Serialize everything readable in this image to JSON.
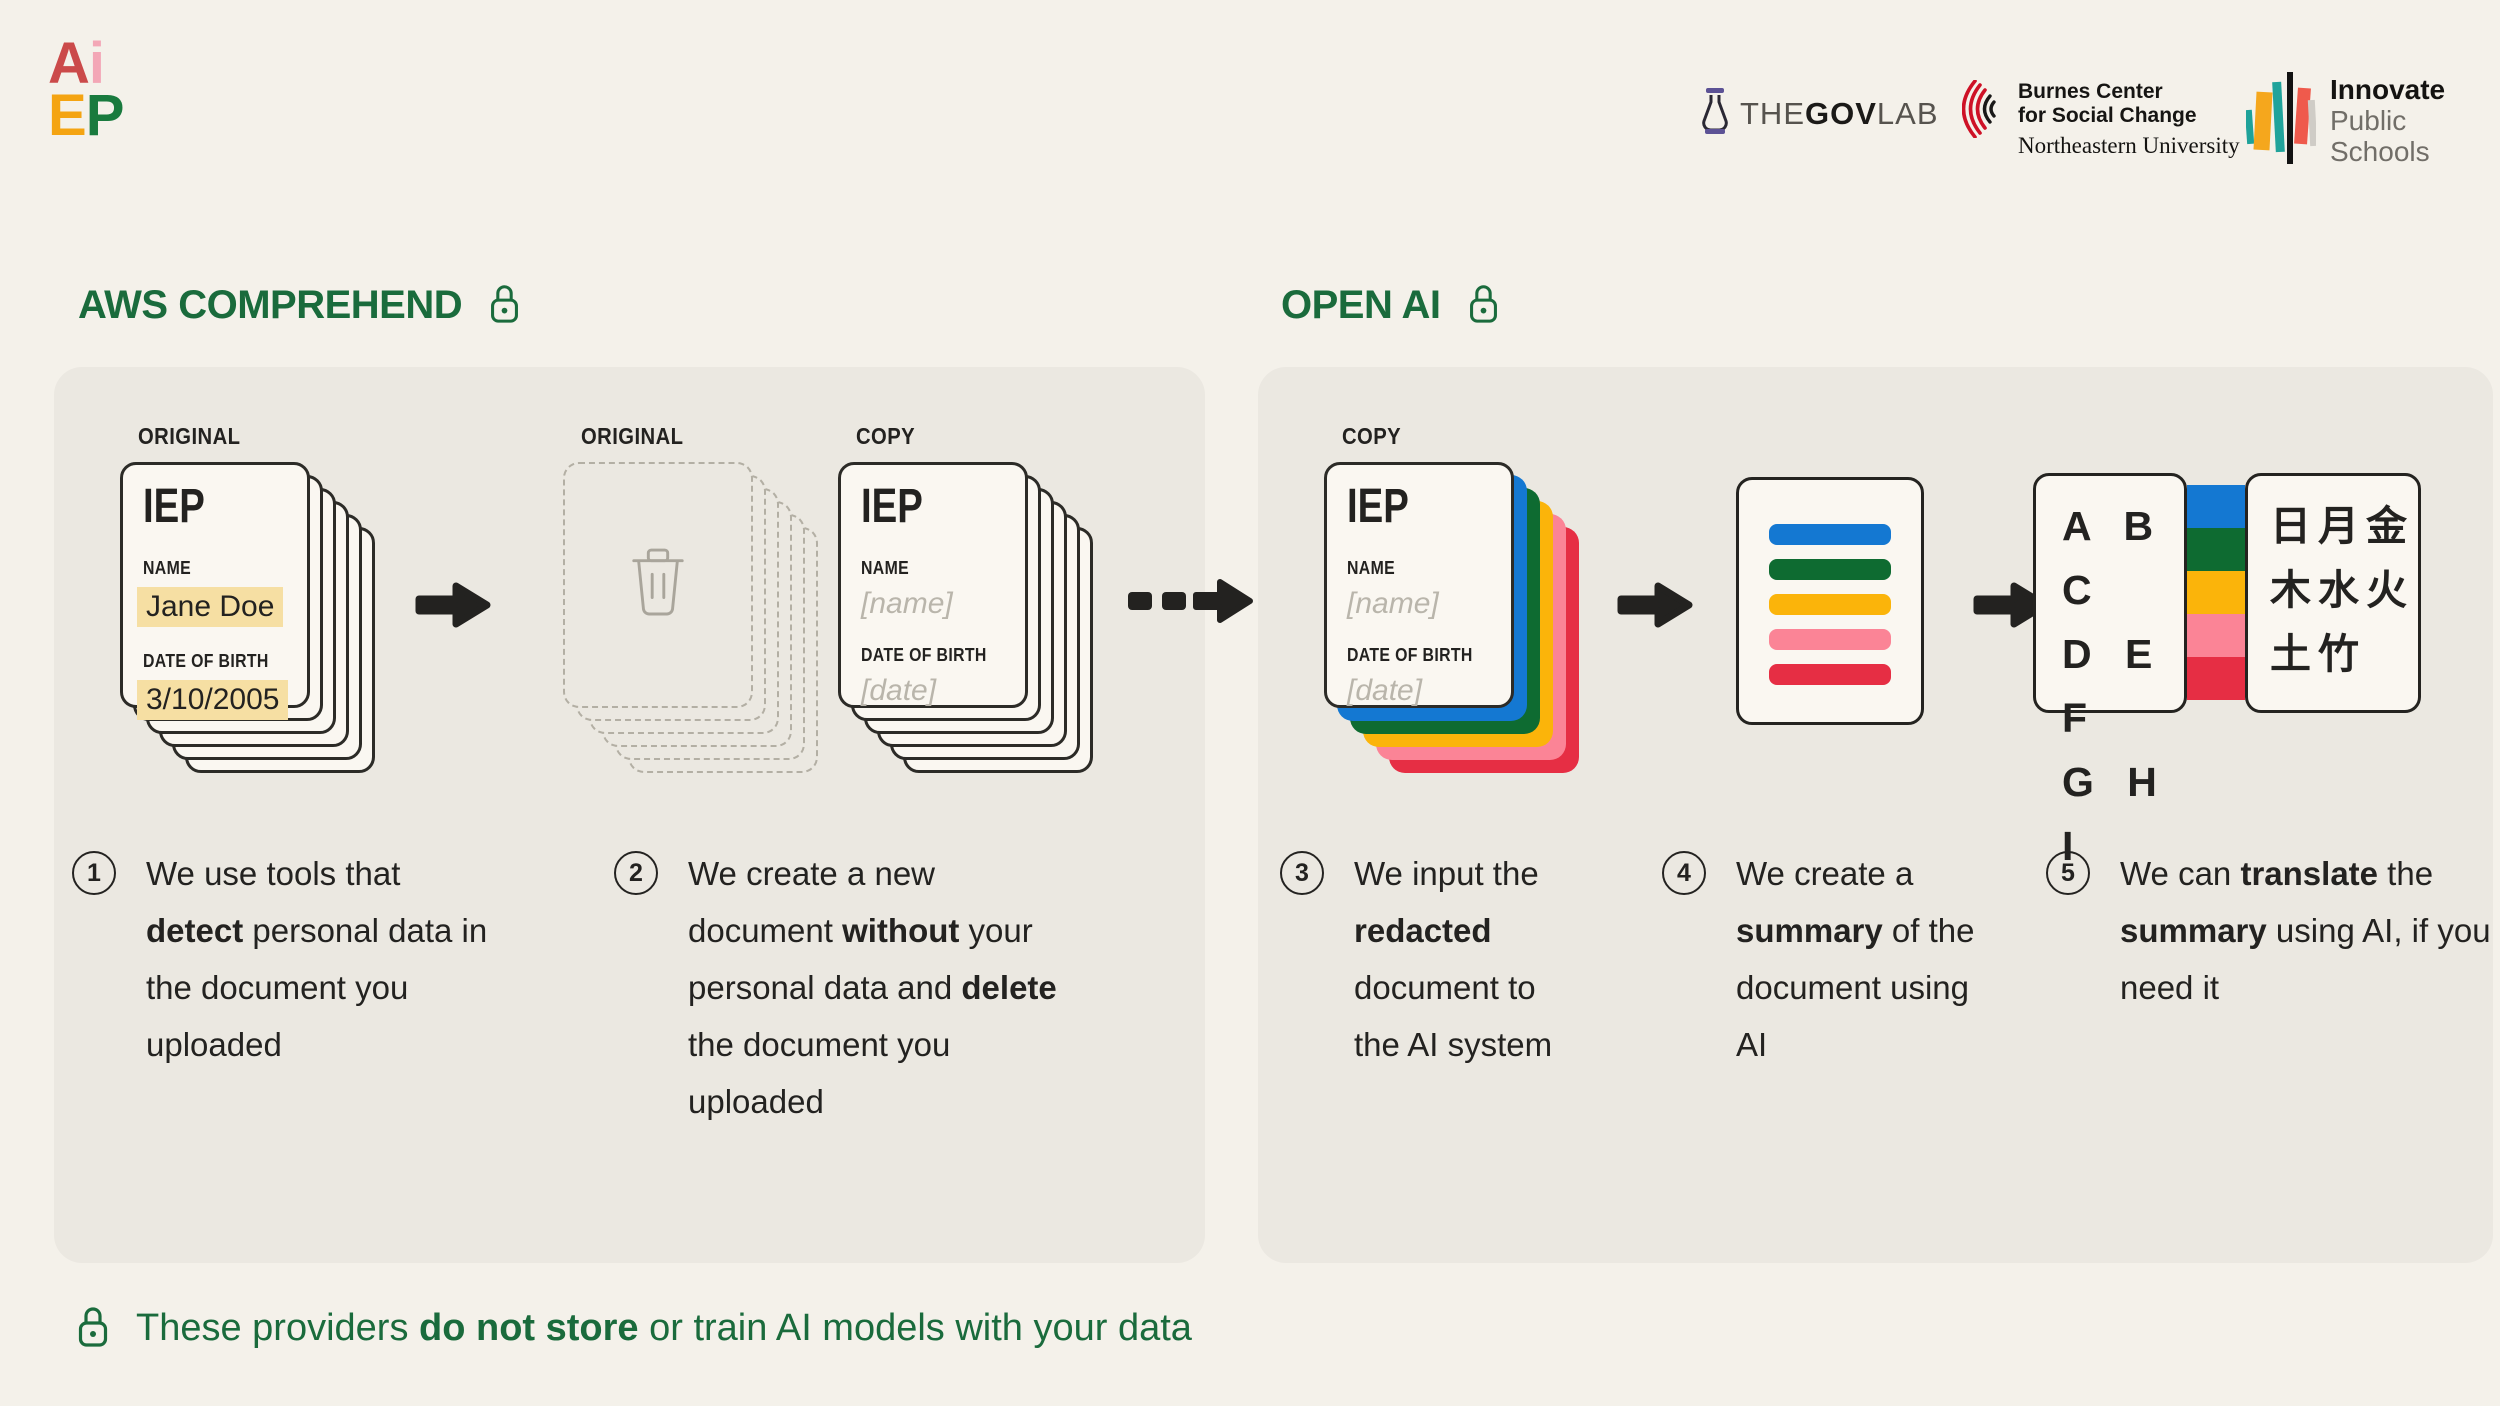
{
  "page": {
    "background": "#f4f1ea",
    "panel_background": "#ebe8e1",
    "ink": "#232220",
    "accent_green": "#1a6b3c",
    "highlight_yellow": "#f6dfa3"
  },
  "logo": {
    "letters": [
      {
        "t": "A",
        "c": "#cb4a4a"
      },
      {
        "t": "i",
        "c": "#f3a7b6"
      },
      {
        "t": "E",
        "c": "#f4a412"
      },
      {
        "t": "P",
        "c": "#197a3e"
      }
    ]
  },
  "partners": {
    "govlab": {
      "the": "THE",
      "gov": "GOV",
      "lab": "LAB"
    },
    "burnes": {
      "name_line1": "Burnes Center",
      "name_line2": "for Social Change",
      "university": "Northeastern University"
    },
    "innovate": {
      "line1": "Innovate",
      "line2": "Public Schools"
    }
  },
  "headings": {
    "left": "AWS COMPREHEND",
    "right": "OPEN AI"
  },
  "palette": {
    "blue": "#1478d2",
    "green": "#0e6b31",
    "yellow": "#fbb40a",
    "pink": "#fb8496",
    "red": "#e62e44"
  },
  "cards": {
    "original": {
      "label": "ORIGINAL",
      "title": "IEP",
      "name_label": "NAME",
      "name_value": "Jane Doe",
      "dob_label": "DATE OF BIRTH",
      "dob_value": "3/10/2005"
    },
    "deleted": {
      "label": "ORIGINAL"
    },
    "redacted": {
      "label": "COPY",
      "title": "IEP",
      "name_label": "NAME",
      "name_value": "[name]",
      "dob_label": "DATE OF BIRTH",
      "dob_value": "[date]"
    },
    "ai_copy": {
      "label": "COPY",
      "title": "IEP",
      "name_label": "NAME",
      "name_value": "[name]",
      "dob_label": "DATE OF BIRTH",
      "dob_value": "[date]"
    },
    "alphabet": {
      "rows": [
        "A B C",
        "D E F",
        "G H I"
      ]
    },
    "translated": {
      "rows": [
        "日月金",
        "木水火",
        "土竹"
      ]
    }
  },
  "steps": [
    {
      "num": "1",
      "text": [
        {
          "t": "We use tools that "
        },
        {
          "t": "detect",
          "b": true
        },
        {
          "t": " personal data in the document you uploaded"
        }
      ]
    },
    {
      "num": "2",
      "text": [
        {
          "t": "We create a new document "
        },
        {
          "t": "without",
          "b": true
        },
        {
          "t": " your personal data and "
        },
        {
          "t": "delete",
          "b": true
        },
        {
          "t": " the document you uploaded"
        }
      ]
    },
    {
      "num": "3",
      "text": [
        {
          "t": "We input the "
        },
        {
          "t": "redacted",
          "b": true
        },
        {
          "t": " document to the AI system"
        }
      ]
    },
    {
      "num": "4",
      "text": [
        {
          "t": "We create a "
        },
        {
          "t": "summary",
          "b": true
        },
        {
          "t": " of the document using AI"
        }
      ]
    },
    {
      "num": "5",
      "text": [
        {
          "t": "We can "
        },
        {
          "t": "translate",
          "b": true
        },
        {
          "t": " the "
        },
        {
          "t": "summary",
          "b": true
        },
        {
          "t": " using AI, if you need it"
        }
      ]
    }
  ],
  "footer": {
    "text": [
      {
        "t": "These providers "
      },
      {
        "t": "do not store",
        "b": true
      },
      {
        "t": " or train AI models with your data"
      }
    ]
  }
}
